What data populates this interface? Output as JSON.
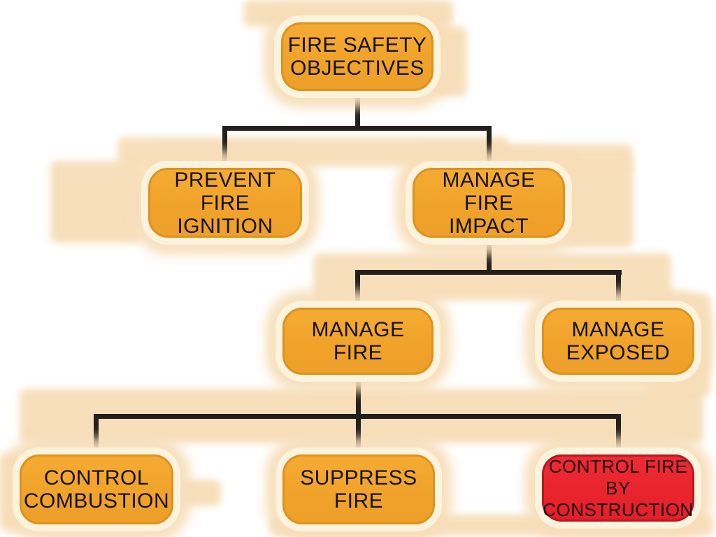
{
  "diagram": {
    "kind": "hierarchy-flowchart",
    "root": "fire_safety_objectives"
  },
  "nodes": {
    "fire_safety_objectives": {
      "label": "FIRE SAFETY\nOBJECTIVES",
      "style": "orange"
    },
    "prevent_fire_ignition": {
      "label": "PREVENT FIRE\nIGNITION",
      "style": "orange"
    },
    "manage_fire_impact": {
      "label": "MANAGE FIRE\nIMPACT",
      "style": "orange"
    },
    "manage_fire": {
      "label": "MANAGE\nFIRE",
      "style": "orange"
    },
    "manage_exposed": {
      "label": "MANAGE\nEXPOSED",
      "style": "orange"
    },
    "control_combustion": {
      "label": "CONTROL\nCOMBUSTION",
      "style": "orange"
    },
    "suppress_fire": {
      "label": "SUPPRESS\nFIRE",
      "style": "orange"
    },
    "control_fire_by_construction": {
      "label": "CONTROL FIRE BY\nCONSTRUCTION",
      "style": "red"
    }
  },
  "edges": [
    {
      "from": "fire_safety_objectives",
      "to": "prevent_fire_ignition"
    },
    {
      "from": "fire_safety_objectives",
      "to": "manage_fire_impact"
    },
    {
      "from": "manage_fire_impact",
      "to": "manage_fire"
    },
    {
      "from": "manage_fire_impact",
      "to": "manage_exposed"
    },
    {
      "from": "manage_fire",
      "to": "control_combustion"
    },
    {
      "from": "manage_fire",
      "to": "suppress_fire"
    },
    {
      "from": "manage_fire",
      "to": "control_fire_by_construction"
    }
  ],
  "colors": {
    "node_fill": "#F1A42E",
    "node_border": "#DD921C",
    "node_ring": "#FCF3DE",
    "alert_fill": "#E9242C",
    "alert_border": "#B5181E",
    "connector": "#231F1C",
    "halo": "#F7DDB7",
    "text": "#121212",
    "alert_text": "#1E0A0A",
    "background": "#FFFFFF"
  }
}
